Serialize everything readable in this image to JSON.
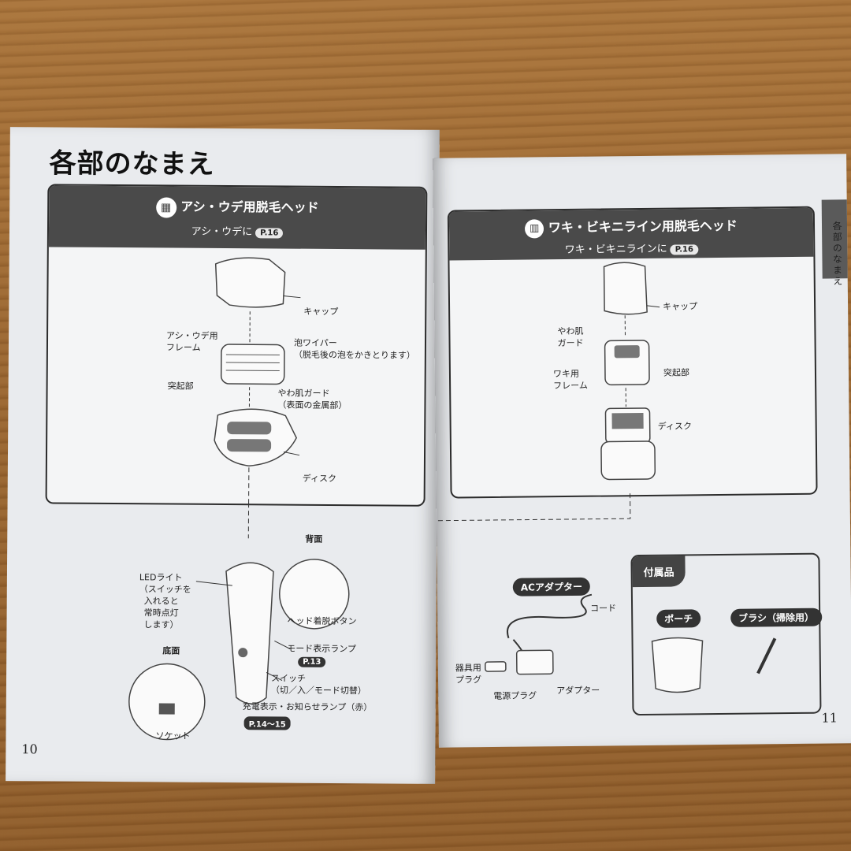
{
  "left_page": {
    "title": "各部のなまえ",
    "page_number": "10",
    "panel": {
      "icon": "leg-arm-head-icon",
      "title": "アシ・ウデ用脱毛ヘッド",
      "subtitle": "アシ・ウデに",
      "page_ref": "P.16",
      "labels": {
        "cap": "キャップ",
        "frame_1": "アシ・ウデ用",
        "frame_2": "フレーム",
        "foam_wiper_1": "泡ワイパー",
        "foam_wiper_2": "（脱毛後の泡をかきとります）",
        "protrusion": "突起部",
        "soft_guard_1": "やわ肌ガード",
        "soft_guard_2": "（表面の金属部）",
        "disk": "ディスク"
      }
    },
    "body": {
      "back_label": "背面",
      "bottom_label": "底面",
      "led_1": "LEDライト",
      "led_2": "（スイッチを",
      "led_3": "入れると",
      "led_4": "常時点灯",
      "led_5": "します）",
      "head_release": "ヘッド着脱ボタン",
      "mode_lamp": "モード表示ランプ",
      "mode_lamp_ref": "P.13",
      "switch_1": "スイッチ",
      "switch_2": "（切／入／モード切替）",
      "charge_lamp": "充電表示・お知らせランプ（赤）",
      "charge_lamp_ref": "P.14〜15",
      "socket": "ソケット"
    }
  },
  "right_page": {
    "page_number": "11",
    "side_tab": "各部のなまえ",
    "panel": {
      "icon": "underarm-bikini-head-icon",
      "title": "ワキ・ビキニライン用脱毛ヘッド",
      "subtitle": "ワキ・ビキニラインに",
      "page_ref": "P.16",
      "labels": {
        "cap": "キャップ",
        "soft_guard_1": "やわ肌",
        "soft_guard_2": "ガード",
        "frame_1": "ワキ用",
        "frame_2": "フレーム",
        "protrusion": "突起部",
        "disk": "ディスク"
      }
    },
    "adapter": {
      "title": "ACアダプター",
      "cord": "コード",
      "plug_1": "器具用",
      "plug_2": "プラグ",
      "power_plug": "電源プラグ",
      "adapter": "アダプター"
    },
    "accessories": {
      "title": "付属品",
      "pouch": "ポーチ",
      "brush": "ブラシ（掃除用）"
    }
  },
  "colors": {
    "panel_header": "#4a4a4a",
    "page": "#e9ebee",
    "table_wood": "#9a6630"
  }
}
